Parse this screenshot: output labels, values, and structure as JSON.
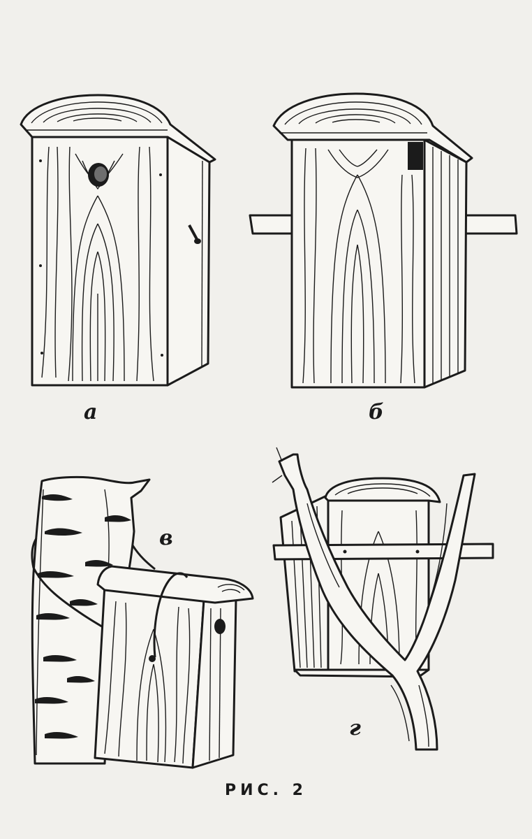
{
  "labels": {
    "a": "а",
    "b": "б",
    "v": "в",
    "g": "г"
  },
  "caption": "РИС. 2",
  "colors": {
    "paper": "#f1f0ec",
    "ink": "#1b1b1b"
  }
}
